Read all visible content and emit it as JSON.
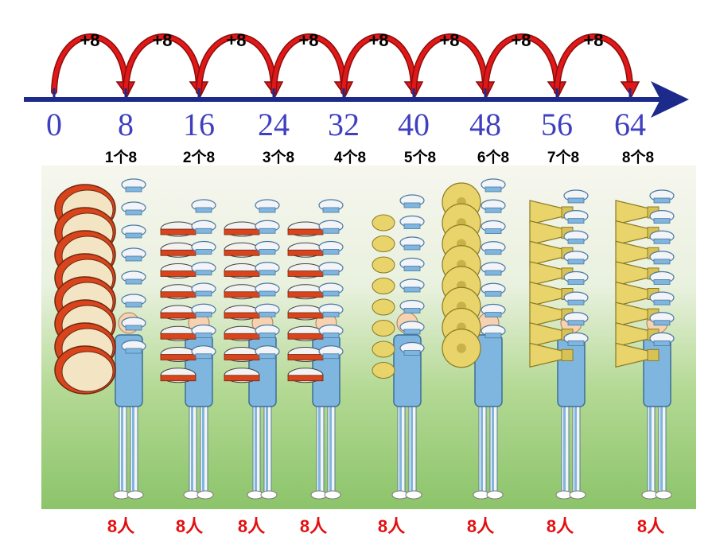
{
  "number_line": {
    "ticks": [
      "0",
      "8",
      "16",
      "24",
      "32",
      "40",
      "48",
      "56",
      "64"
    ],
    "hop_label": "+8",
    "hop_count": 8
  },
  "groups": [
    "1个8",
    "2个8",
    "3个8",
    "4个8",
    "5个8",
    "6个8",
    "7个8",
    "8个8"
  ],
  "people_labels": [
    "8人",
    "8人",
    "8人",
    "8人",
    "8人",
    "8人",
    "8人",
    "8人"
  ],
  "band_columns": [
    {
      "instrument": "bass-drum"
    },
    {
      "instrument": "snare-drum"
    },
    {
      "instrument": "snare-drum"
    },
    {
      "instrument": "snare-drum"
    },
    {
      "instrument": "small-cymbals"
    },
    {
      "instrument": "large-cymbals"
    },
    {
      "instrument": "horn"
    },
    {
      "instrument": "horn"
    }
  ],
  "colors": {
    "axis": "#1c2a8c",
    "arc": "#e01818",
    "tick_text": "#3f3fbf",
    "people_text": "#e31010",
    "uniform": "#7fb6e0",
    "cap": "#f2f4f8",
    "brass": "#e8d46a",
    "drum": "#d9441c",
    "ground": "#8cc46a"
  }
}
